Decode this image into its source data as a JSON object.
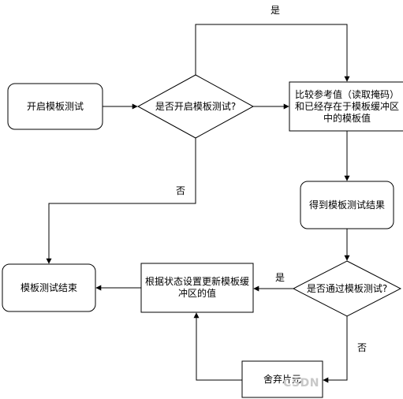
{
  "nodes": {
    "start": "开启模板测试",
    "decision_enable": "是否开启模板测试?",
    "compare": "比较参考值（读取掩码）和已经存在于模板缓冲区中的模板值",
    "result": "得到模板测试结果",
    "decision_pass": "是否通过模板测试?",
    "update": "根据状态设置更新模板缓冲区的值",
    "discard": "舍弃片元",
    "end": "模板测试结束"
  },
  "edges": {
    "enable_yes": "是",
    "enable_no": "否",
    "pass_yes": "是",
    "pass_no": "否"
  },
  "watermark": "CSDN"
}
